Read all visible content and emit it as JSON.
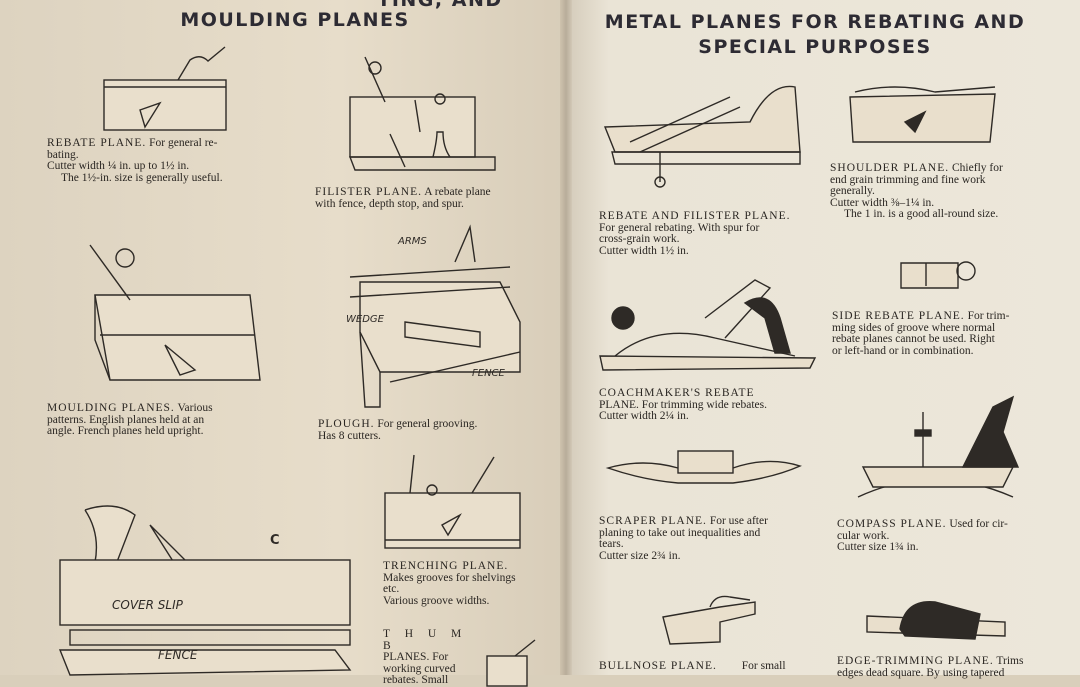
{
  "left_page": {
    "heading_top_partial": "TING, AND",
    "heading": "MOULDING PLANES",
    "items": [
      {
        "title": "REBATE PLANE.",
        "lines": [
          "For general re-",
          "bating.",
          "Cutter width ¼ in. up to 1½ in.",
          "The 1½-in. size is generally useful."
        ]
      },
      {
        "title": "FILISTER PLANE.",
        "lines": [
          "A rebate plane",
          "with fence, depth stop, and spur."
        ]
      },
      {
        "title": "MOULDING PLANES.",
        "lines": [
          "Various",
          "patterns. English planes held at an",
          "angle. French planes held upright."
        ]
      },
      {
        "title": "PLOUGH.",
        "lines": [
          "For general grooving.",
          "Has 8 cutters."
        ]
      },
      {
        "title": "TRENCHING PLANE.",
        "lines": [
          "Makes grooves for shelvings",
          "etc.",
          "Various groove widths."
        ]
      },
      {
        "title": "T H U M B",
        "lines": [
          "PLANES. For",
          "working curved",
          "rebates. Small"
        ]
      }
    ],
    "plough_labels": {
      "arms": "ARMS",
      "wedge": "WEDGE",
      "fence": "FENCE"
    },
    "large_plane_labels": {
      "c": "C",
      "cover_slip": "COVER SLIP",
      "fence": "FENCE"
    }
  },
  "right_page": {
    "heading_line1": "METAL PLANES FOR REBATING AND",
    "heading_line2": "SPECIAL PURPOSES",
    "items": [
      {
        "title": "REBATE AND FILISTER PLANE.",
        "lines": [
          "For general rebating. With spur for",
          "cross-grain work.",
          "Cutter width 1½ in."
        ]
      },
      {
        "title": "SHOULDER PLANE.",
        "lines": [
          "Chiefly for",
          "end grain trimming and fine work",
          "generally.",
          "Cutter width ⅜–1¼ in.",
          "The 1 in. is a good all-round size."
        ]
      },
      {
        "title": "COACHMAKER'S REBATE",
        "lines": [
          "PLANE. For trimming wide rebates.",
          "Cutter width 2¼ in."
        ]
      },
      {
        "title": "SIDE REBATE PLANE.",
        "lines": [
          "For trim-",
          "ming sides of groove where normal",
          "rebate planes cannot be used. Right",
          "or left-hand or in combination."
        ]
      },
      {
        "title": "SCRAPER PLANE.",
        "lines": [
          "For use after",
          "planing to take out inequalities and",
          "tears.",
          "Cutter size 2¾ in."
        ]
      },
      {
        "title": "COMPASS PLANE.",
        "lines": [
          "Used for cir-",
          "cular work.",
          "Cutter size 1¾ in."
        ]
      },
      {
        "title": "BULLNOSE PLANE.",
        "lines": [
          "For small"
        ]
      },
      {
        "title": "EDGE-TRIMMING PLANE.",
        "lines": [
          "Trims",
          "edges dead square. By using tapered"
        ]
      }
    ]
  }
}
